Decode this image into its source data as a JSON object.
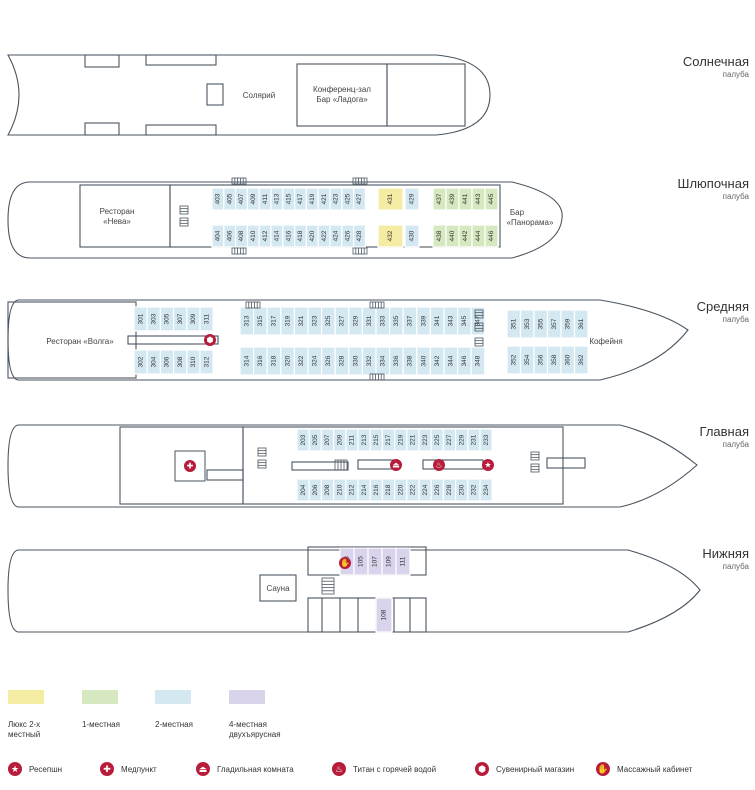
{
  "decks": {
    "sun": {
      "name": "Солнечная",
      "sub": "палуба",
      "solarium": "Солярий",
      "conf_line1": "Конференц-зал",
      "conf_line2": "Бар «Ладога»"
    },
    "boat": {
      "name": "Шлюпочная",
      "sub": "палуба",
      "restaurant_line1": "Ресторан",
      "restaurant_line2": "«Нева»",
      "bar_line1": "Бар",
      "bar_line2": "«Панорама»"
    },
    "mid": {
      "name": "Средняя",
      "sub": "палуба",
      "restaurant": "Ресторан «Волга»",
      "cafe": "Кофейня"
    },
    "main": {
      "name": "Главная",
      "sub": "палуба"
    },
    "lower": {
      "name": "Нижняя",
      "sub": "палуба",
      "sauna": "Сауна"
    }
  },
  "cabins": {
    "boat_top_std": [
      "403",
      "405",
      "407",
      "409",
      "411",
      "413",
      "415",
      "417",
      "419",
      "421",
      "423",
      "425",
      "427"
    ],
    "boat_bot_std": [
      "404",
      "406",
      "408",
      "410",
      "412",
      "414",
      "416",
      "418",
      "420",
      "422",
      "424",
      "426",
      "428"
    ],
    "boat_top_lux": [
      "431"
    ],
    "boat_bot_lux": [
      "432"
    ],
    "boat_top_after": [
      "429"
    ],
    "boat_bot_after": [
      "430"
    ],
    "boat_top_single": [
      "437",
      "439",
      "441",
      "443",
      "445"
    ],
    "boat_bot_single": [
      "438",
      "440",
      "442",
      "444",
      "446"
    ],
    "mid_fwd_top": [
      "301",
      "303",
      "305",
      "307",
      "309",
      "311"
    ],
    "mid_fwd_bot": [
      "302",
      "304",
      "306",
      "308",
      "310",
      "312"
    ],
    "mid_top": [
      "313",
      "315",
      "317",
      "319",
      "321",
      "323",
      "325",
      "327",
      "329",
      "331",
      "333",
      "335",
      "337",
      "339",
      "341",
      "343",
      "345",
      "347"
    ],
    "mid_bot": [
      "314",
      "316",
      "318",
      "320",
      "322",
      "324",
      "326",
      "328",
      "330",
      "332",
      "334",
      "336",
      "338",
      "340",
      "342",
      "344",
      "346",
      "348"
    ],
    "mid_aft_top": [
      "351",
      "353",
      "355",
      "357",
      "359",
      "361"
    ],
    "mid_aft_bot": [
      "352",
      "354",
      "356",
      "358",
      "360",
      "362"
    ],
    "main_top": [
      "203",
      "205",
      "207",
      "209",
      "211",
      "213",
      "215",
      "217",
      "219",
      "221",
      "223",
      "225",
      "227",
      "229",
      "231",
      "233"
    ],
    "main_bot": [
      "204",
      "206",
      "208",
      "210",
      "212",
      "214",
      "216",
      "218",
      "220",
      "222",
      "224",
      "226",
      "228",
      "230",
      "232",
      "234"
    ],
    "lower_top": [
      "103",
      "105",
      "107",
      "109",
      "111"
    ],
    "lower_bot": [
      "108"
    ]
  },
  "legend": [
    {
      "label": "Люкс 2-х\nместный",
      "color": "#f4eca3"
    },
    {
      "label": "1-местная",
      "color": "#d6e8c0"
    },
    {
      "label": "2-местная",
      "color": "#d4e8f1"
    },
    {
      "label": "4-местная\nдвухъярусная",
      "color": "#d9d3ec"
    }
  ],
  "symbols": [
    {
      "label": "Ресепшн",
      "icon": "star-icon",
      "glyph": "★"
    },
    {
      "label": "Медпункт",
      "icon": "medical-cross-icon",
      "glyph": "✚"
    },
    {
      "label": "Гладильная комната",
      "icon": "iron-icon",
      "glyph": "⏏"
    },
    {
      "label": "Титан с горячей водой",
      "icon": "boiler-icon",
      "glyph": "♨"
    },
    {
      "label": "Сувенирный магазин",
      "icon": "gift-icon",
      "glyph": "⬢"
    },
    {
      "label": "Массажный кабинет",
      "icon": "hands-icon",
      "glyph": "✋"
    }
  ],
  "colors": {
    "lux": "#f4eca3",
    "single": "#d6e8c0",
    "double": "#d4e8f1",
    "quad": "#d9d3ec",
    "accent": "#b71c3b",
    "outline": "#4a5560"
  }
}
